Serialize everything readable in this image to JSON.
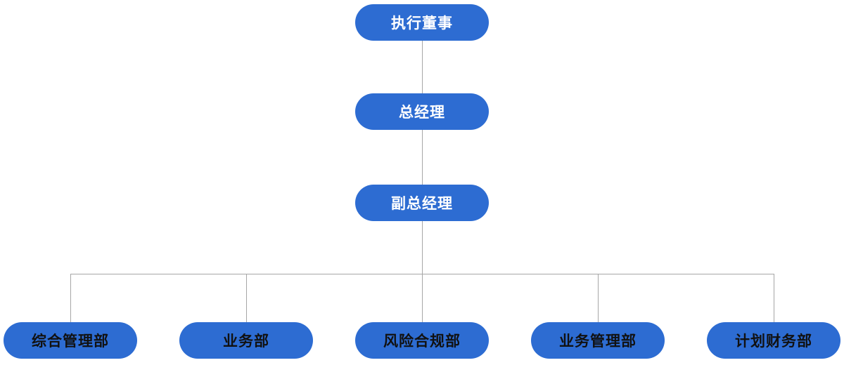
{
  "colors": {
    "node_fill": "#2d6cd2",
    "connector_line": "#a6a6a6",
    "text_upper_levels": "#ffffff",
    "text_departments": "#111111",
    "background": "#ffffff"
  },
  "diagram": {
    "type": "org-chart-tree",
    "nodes": {
      "executive_director": {
        "label": "执行董事",
        "level": 1
      },
      "general_manager": {
        "label": "总经理",
        "level": 2
      },
      "deputy_general_manager": {
        "label": "副总经理",
        "level": 3
      },
      "dept_general_admin": {
        "label": "综合管理部",
        "level": 4
      },
      "dept_business": {
        "label": "业务部",
        "level": 4
      },
      "dept_risk_compliance": {
        "label": "风险合规部",
        "level": 4
      },
      "dept_business_admin": {
        "label": "业务管理部",
        "level": 4
      },
      "dept_planning_finance": {
        "label": "计划财务部",
        "level": 4
      }
    },
    "edges": [
      [
        "executive_director",
        "general_manager"
      ],
      [
        "general_manager",
        "deputy_general_manager"
      ],
      [
        "deputy_general_manager",
        "dept_general_admin"
      ],
      [
        "deputy_general_manager",
        "dept_business"
      ],
      [
        "deputy_general_manager",
        "dept_risk_compliance"
      ],
      [
        "deputy_general_manager",
        "dept_business_admin"
      ],
      [
        "deputy_general_manager",
        "dept_planning_finance"
      ]
    ]
  }
}
